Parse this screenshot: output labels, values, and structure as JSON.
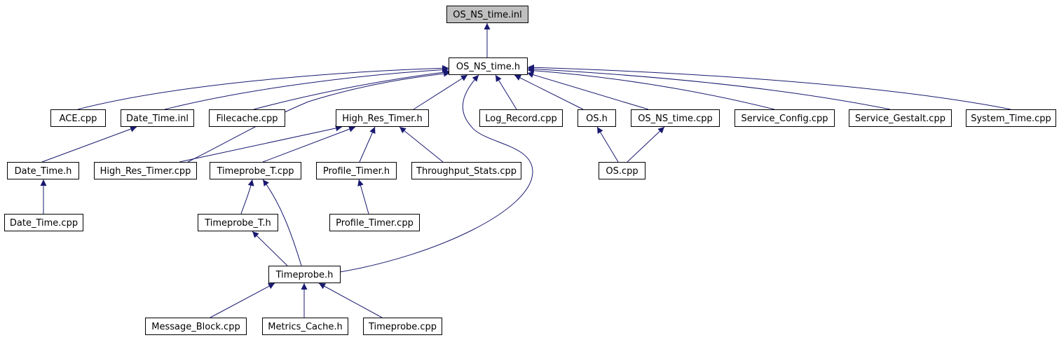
{
  "graph": {
    "edge_color": "#191970",
    "root_fill": "#bfbfbf",
    "node_fill": "#ffffff",
    "nodes": [
      {
        "id": "os_ns_time_inl",
        "label": "OS_NS_time.inl",
        "root": true
      },
      {
        "id": "os_ns_time_h",
        "label": "OS_NS_time.h"
      },
      {
        "id": "ace_cpp",
        "label": "ACE.cpp"
      },
      {
        "id": "date_time_inl",
        "label": "Date_Time.inl"
      },
      {
        "id": "filecache_cpp",
        "label": "Filecache.cpp"
      },
      {
        "id": "high_res_timer_h",
        "label": "High_Res_Timer.h"
      },
      {
        "id": "log_record_cpp",
        "label": "Log_Record.cpp"
      },
      {
        "id": "os_h",
        "label": "OS.h"
      },
      {
        "id": "os_ns_time_cpp",
        "label": "OS_NS_time.cpp"
      },
      {
        "id": "service_config_cpp",
        "label": "Service_Config.cpp"
      },
      {
        "id": "service_gestalt_cpp",
        "label": "Service_Gestalt.cpp"
      },
      {
        "id": "system_time_cpp",
        "label": "System_Time.cpp"
      },
      {
        "id": "date_time_h",
        "label": "Date_Time.h"
      },
      {
        "id": "high_res_timer_cpp",
        "label": "High_Res_Timer.cpp"
      },
      {
        "id": "timeprobe_t_cpp",
        "label": "Timeprobe_T.cpp"
      },
      {
        "id": "profile_timer_h",
        "label": "Profile_Timer.h"
      },
      {
        "id": "throughput_stats_cpp",
        "label": "Throughput_Stats.cpp"
      },
      {
        "id": "os_cpp",
        "label": "OS.cpp"
      },
      {
        "id": "date_time_cpp",
        "label": "Date_Time.cpp"
      },
      {
        "id": "timeprobe_t_h",
        "label": "Timeprobe_T.h"
      },
      {
        "id": "profile_timer_cpp",
        "label": "Profile_Timer.cpp"
      },
      {
        "id": "timeprobe_h",
        "label": "Timeprobe.h"
      },
      {
        "id": "message_block_cpp",
        "label": "Message_Block.cpp"
      },
      {
        "id": "metrics_cache_h",
        "label": "Metrics_Cache.h"
      },
      {
        "id": "timeprobe_cpp",
        "label": "Timeprobe.cpp"
      }
    ]
  }
}
